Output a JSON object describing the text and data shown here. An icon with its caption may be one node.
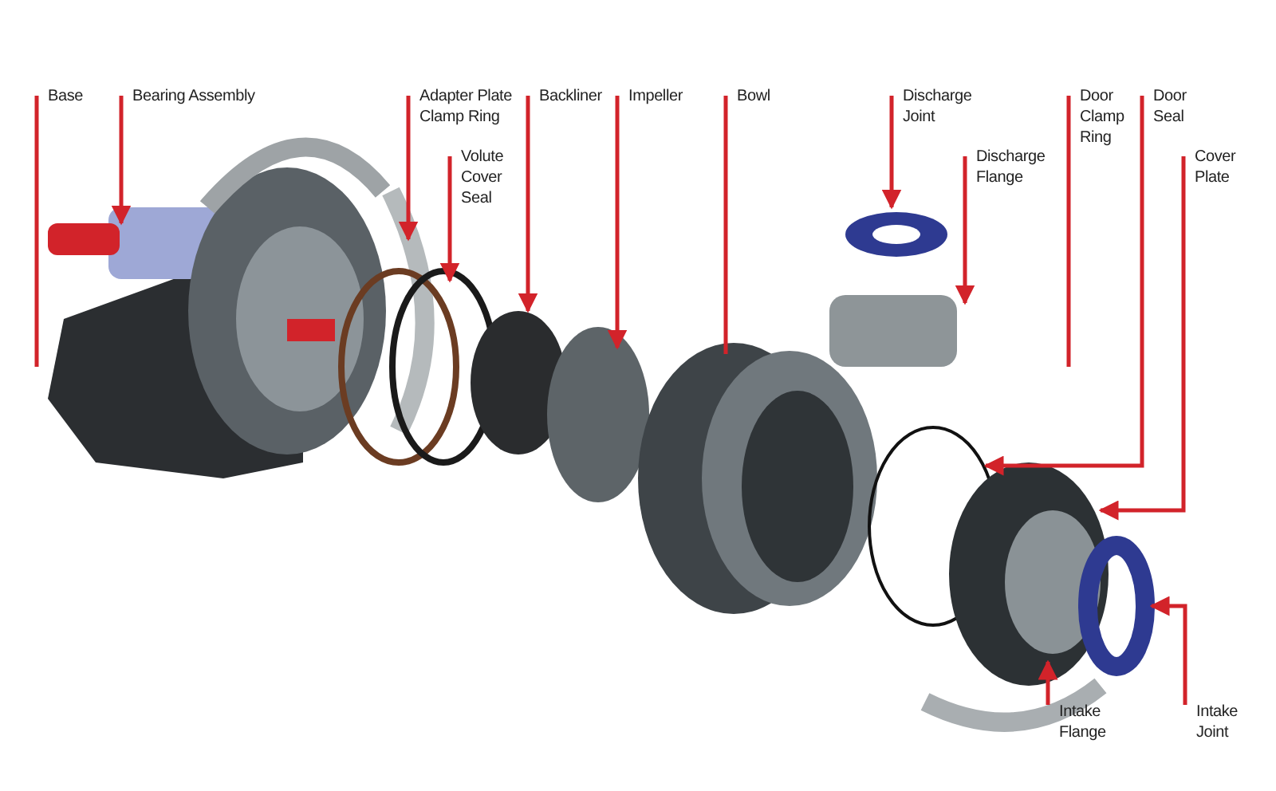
{
  "diagram": {
    "nodes": [
      {
        "text": [
          "Base"
        ]
      },
      {
        "text": [
          "Bearing Assembly"
        ]
      },
      {
        "text": [
          "Adapter Plate Clamp Ring"
        ]
      },
      {
        "text": [
          "Volute Cover Seal"
        ]
      },
      {
        "text": [
          "Backliner"
        ]
      },
      {
        "text": [
          "Impeller"
        ]
      },
      {
        "text": [
          "Bowl"
        ]
      },
      {
        "text": [
          "Discharge Joint"
        ]
      },
      {
        "text": [
          "Discharge Flange"
        ]
      },
      {
        "text": [
          "Door Clamp Ring"
        ]
      },
      {
        "text": [
          "Door Seal"
        ]
      },
      {
        "text": [
          "Cover Plate"
        ]
      },
      {
        "text": [
          "Intake Flange"
        ]
      },
      {
        "text": [
          "Intake Joint"
        ]
      }
    ],
    "edges": [
      {
        "from": 0,
        "to": null,
        "arrow": "none"
      },
      {
        "from": 1,
        "to": null,
        "arrow": "to"
      },
      {
        "from": 2,
        "to": null,
        "arrow": "to"
      },
      {
        "from": 3,
        "to": null,
        "arrow": "to"
      },
      {
        "from": 4,
        "to": null,
        "arrow": "to"
      },
      {
        "from": 5,
        "to": null,
        "arrow": "to"
      },
      {
        "from": 6,
        "to": null,
        "arrow": "none"
      },
      {
        "from": 7,
        "to": null,
        "arrow": "to"
      },
      {
        "from": 8,
        "to": null,
        "arrow": "to"
      },
      {
        "from": 9,
        "to": null,
        "arrow": "none"
      },
      {
        "from": 10,
        "to": null,
        "arrow": "to"
      },
      {
        "from": 11,
        "to": null,
        "arrow": "to"
      },
      {
        "from": 12,
        "to": null,
        "arrow": "to"
      },
      {
        "from": 13,
        "to": null,
        "arrow": "to"
      }
    ]
  }
}
